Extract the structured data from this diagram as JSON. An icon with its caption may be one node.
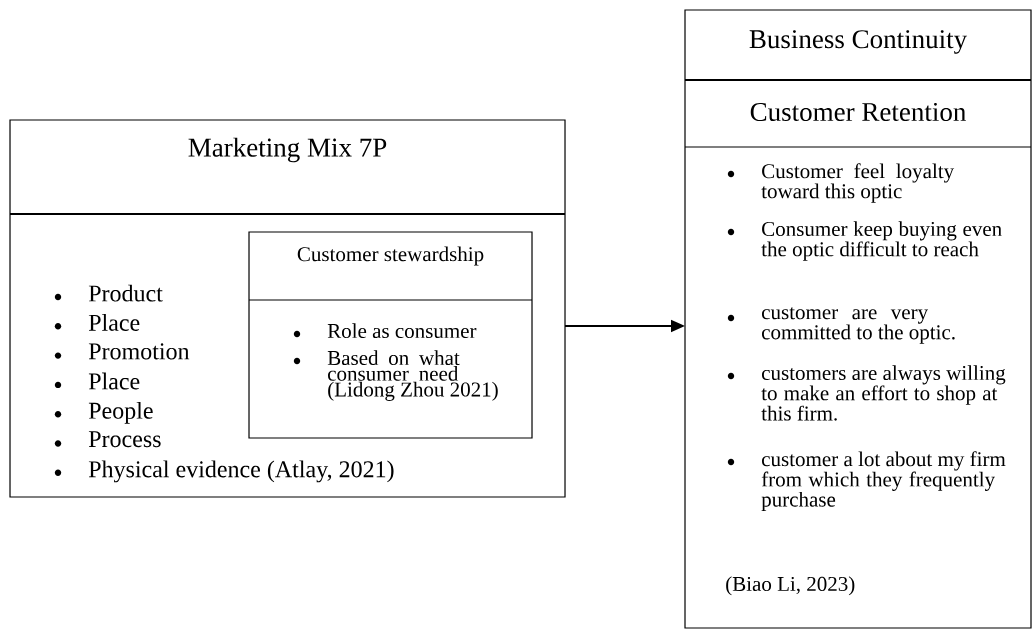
{
  "diagram": {
    "nodes": [
      {
        "text": [
          "Marketing Mix 7P",
          "Product",
          "Place",
          "Promotion",
          "Place",
          "People",
          "Process",
          "Physical evidence (Atlay, 2021)"
        ]
      },
      {
        "text": [
          "Customer stewardship",
          "Role as consumer",
          "Based on what consumer need (Lidong Zhou 2021)"
        ],
        "in": 0
      },
      {
        "text": [
          "Business Continuity",
          "Customer Retention",
          "Customer feel loyalty toward this optic",
          "Consumer keep buying even the optic difficult to reach",
          "customer are very committed to the optic.",
          "customers are always willing to make an effort to shop at this firm.",
          "customer a lot about my firm from which they frequently purchase",
          "(Biao Li, 2023)"
        ]
      }
    ],
    "edges": [
      {
        "from": 0,
        "to": 2,
        "arrow": "to"
      }
    ]
  }
}
